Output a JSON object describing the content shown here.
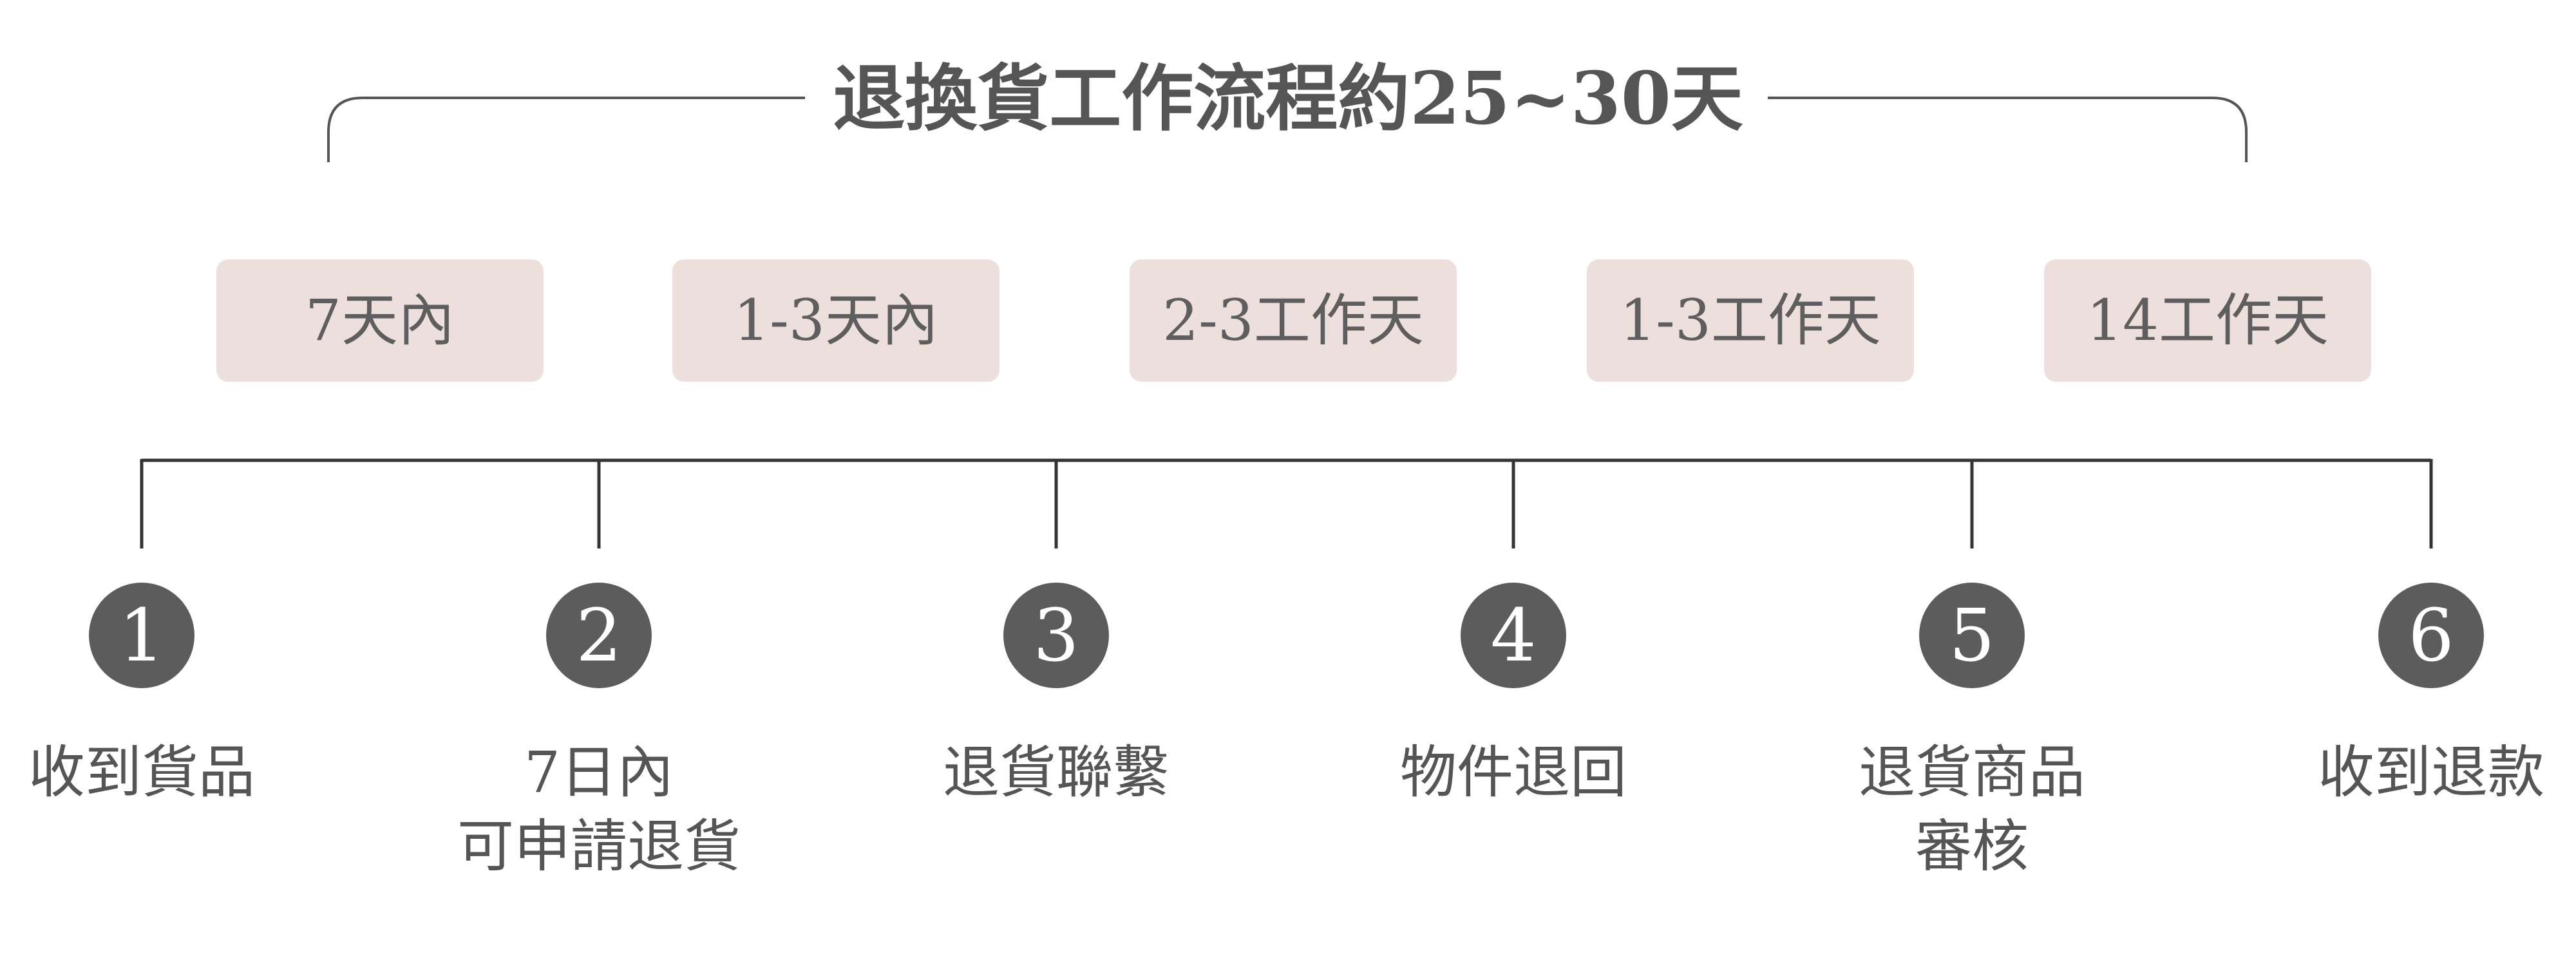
{
  "header": {
    "title": "退換貨工作流程約25~30天"
  },
  "durations": [
    {
      "label": "7天內"
    },
    {
      "label": "1-3天內"
    },
    {
      "label": "2-3工作天"
    },
    {
      "label": "1-3工作天"
    },
    {
      "label": "14工作天"
    }
  ],
  "steps": [
    {
      "number": "1",
      "lines": [
        "收到貨品"
      ]
    },
    {
      "number": "2",
      "lines": [
        "7日內",
        "可申請退貨"
      ]
    },
    {
      "number": "3",
      "lines": [
        "退貨聯繫"
      ]
    },
    {
      "number": "4",
      "lines": [
        "物件退回"
      ]
    },
    {
      "number": "5",
      "lines": [
        "退貨商品",
        "審核"
      ]
    },
    {
      "number": "6",
      "lines": [
        "收到退款"
      ]
    }
  ],
  "colors": {
    "box_fill": "#ede0dc",
    "circle_fill": "#5c5c5c",
    "text": "#555555"
  }
}
